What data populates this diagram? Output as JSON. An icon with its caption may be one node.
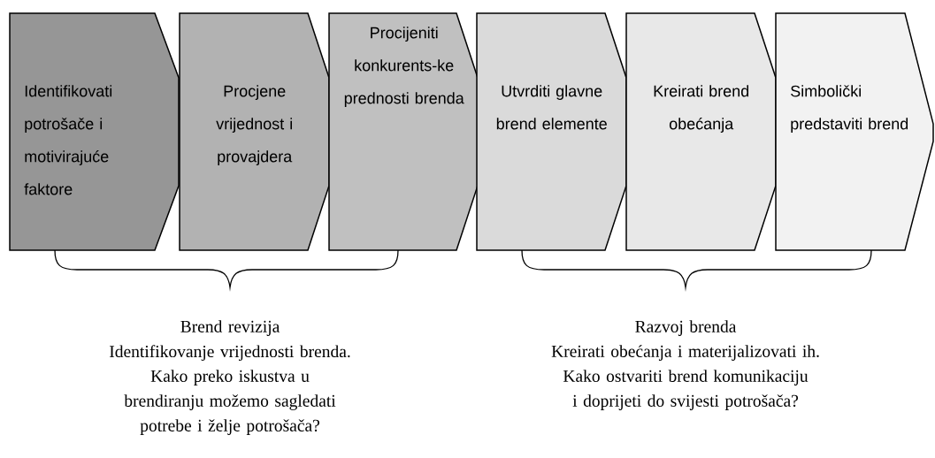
{
  "diagram": {
    "nodes": [
      {
        "text": [
          "Identifikovati potrošače i motivirajuće faktore"
        ]
      },
      {
        "text": [
          "Procjene vrijednost i provajdera"
        ]
      },
      {
        "text": [
          "Procijeniti konkurents-ke prednosti brenda"
        ]
      },
      {
        "text": [
          "Utvrditi glavne brend elemente"
        ]
      },
      {
        "text": [
          "Kreirati brend obećanja"
        ]
      },
      {
        "text": [
          "Simbolički predstaviti brend"
        ]
      }
    ],
    "labels": [
      "Brend revizija",
      "Identifikovanje vrijednosti brenda.",
      "Kako preko iskustva u brendiranju možemo sagledati potrebe i želje potrošača?",
      "Razvoj brenda",
      "Kreirati obećanja i materijalizovati ih.",
      "Kako ostvariti brend komunikaciju i doprijeti do svijesti potrošača?"
    ]
  }
}
